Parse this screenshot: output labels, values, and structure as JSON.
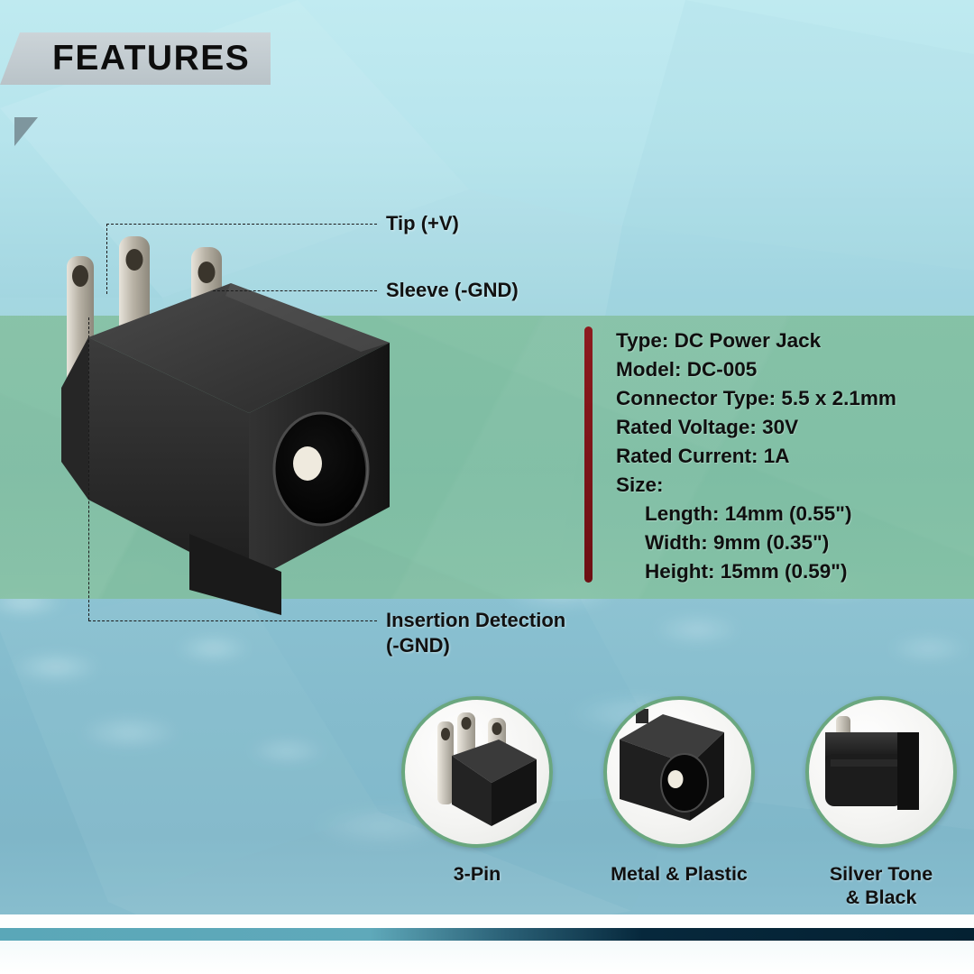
{
  "header": {
    "title": "FEATURES"
  },
  "specs": {
    "accent_color": "#7a1418",
    "lines": [
      {
        "text": "Type: DC Power Jack",
        "indent": false
      },
      {
        "text": "Model: DC-005",
        "indent": false
      },
      {
        "text": "Connector Type: 5.5 x 2.1mm",
        "indent": false
      },
      {
        "text": "Rated Voltage:  30V",
        "indent": false
      },
      {
        "text": "Rated Current: 1A",
        "indent": false
      },
      {
        "text": "Size:",
        "indent": false
      },
      {
        "text": "Length: 14mm (0.55\")",
        "indent": true
      },
      {
        "text": "Width:   9mm (0.35\")",
        "indent": true
      },
      {
        "text": "Height:  15mm (0.59\")",
        "indent": true
      }
    ]
  },
  "callouts": [
    {
      "label": "Tip (+V)"
    },
    {
      "label": "Sleeve (-GND)"
    },
    {
      "label": "Insertion Detection\n(-GND)"
    }
  ],
  "thumbnails": [
    {
      "caption": "3-Pin",
      "view": "pin-side-view"
    },
    {
      "caption": "Metal & Plastic",
      "view": "front-barrel-view"
    },
    {
      "caption": "Silver Tone\n& Black",
      "view": "side-profile-view"
    }
  ],
  "palette": {
    "background_top": "#b9e7ee",
    "background_bottom": "#85bdcd",
    "green_band": "#80be9f",
    "ribbon": "#c6ced3",
    "ring": "#6aa77f",
    "footer_dark": "#06283c"
  }
}
